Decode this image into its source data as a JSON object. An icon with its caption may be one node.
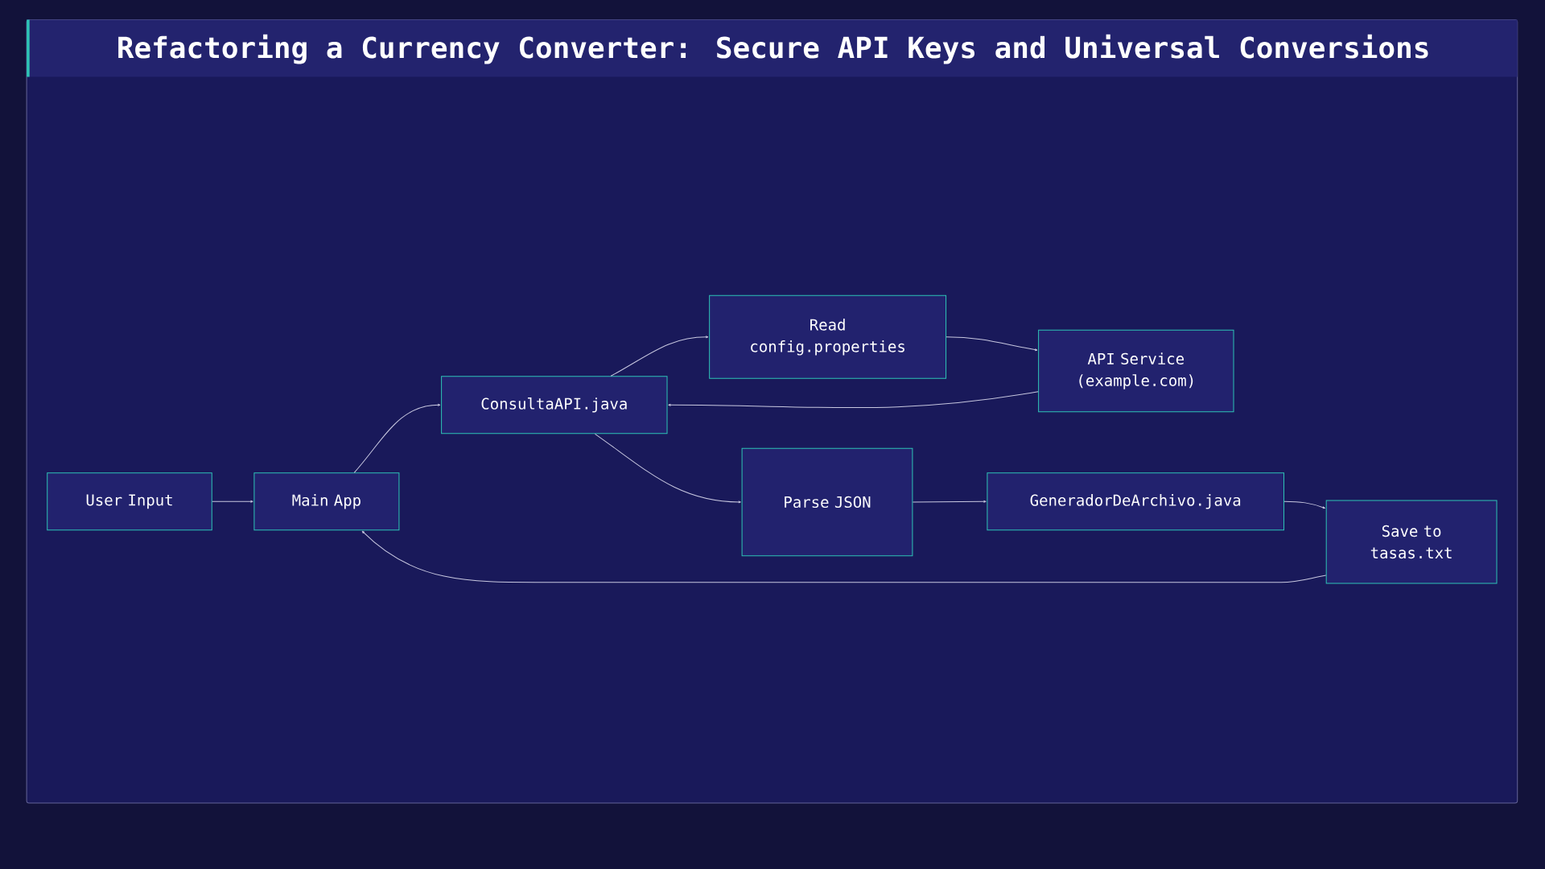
{
  "diagram": {
    "title": "Refactoring a Currency Converter: Secure API Keys and Universal Conversions",
    "nodes": [
      {
        "text": [
          "User Input"
        ]
      },
      {
        "text": [
          "Main App"
        ]
      },
      {
        "text": [
          "ConsultaAPI.java"
        ]
      },
      {
        "text": [
          "Read config.properties"
        ]
      },
      {
        "text": [
          "API Service (example.com)"
        ]
      },
      {
        "text": [
          "Parse JSON"
        ]
      },
      {
        "text": [
          "GeneradorDeArchivo.java"
        ]
      },
      {
        "text": [
          "Save to tasas.txt"
        ]
      }
    ],
    "edges": [
      {
        "from": 0,
        "to": 1,
        "arrow": "to"
      },
      {
        "from": 1,
        "to": 2,
        "arrow": "to"
      },
      {
        "from": 2,
        "to": 3,
        "arrow": "to"
      },
      {
        "from": 3,
        "to": 4,
        "arrow": "to"
      },
      {
        "from": 4,
        "to": 2,
        "arrow": "to"
      },
      {
        "from": 2,
        "to": 5,
        "arrow": "to"
      },
      {
        "from": 5,
        "to": 6,
        "arrow": "to"
      },
      {
        "from": 6,
        "to": 7,
        "arrow": "to"
      },
      {
        "from": 7,
        "to": 1,
        "arrow": "to"
      }
    ]
  }
}
